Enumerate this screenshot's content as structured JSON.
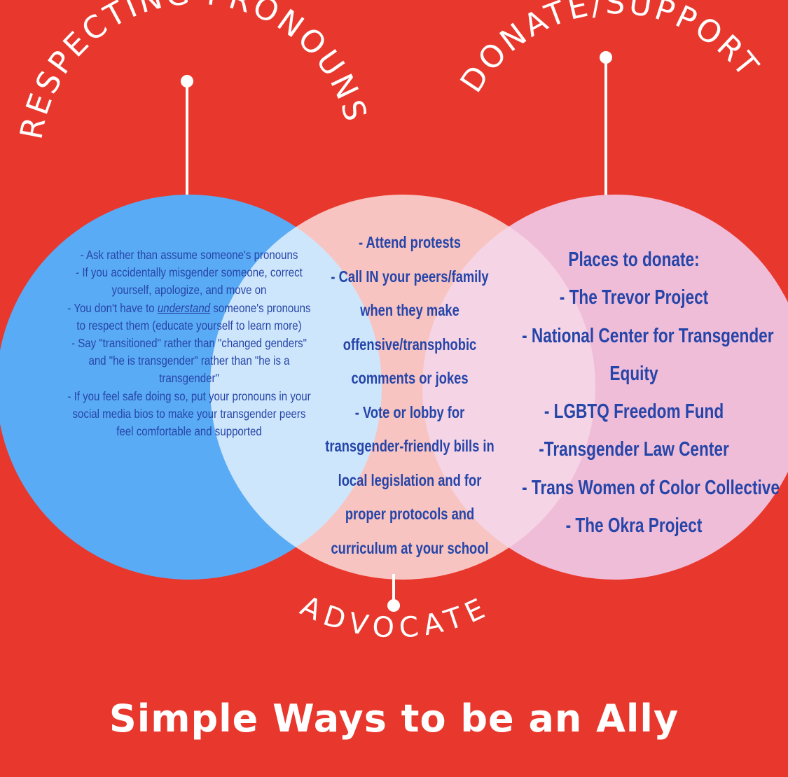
{
  "colors": {
    "background": "#e8382d",
    "left_circle": "#5aabf5",
    "middle_circle": "#ffffff",
    "right_circle": "#f0bdd8",
    "text": "#2645a8",
    "white": "#ffffff"
  },
  "labels": {
    "left_arc": "RESPECTING PRONOUNS",
    "right_arc": "DONATE/SUPPORT",
    "bottom_arc": "ADVOCATE"
  },
  "left_lines": [
    "- Ask rather than assume someone's pronouns",
    "- If you accidentally misgender someone, correct",
    "yourself, apologize, and move on",
    "- You don't have to understand someone's pronouns",
    "to respect them (educate yourself to learn more)",
    "- Say \"transitioned\" rather than \"changed genders\"",
    "and \"he is transgender\" rather than \"he is a",
    "transgender\"",
    "- If you feel safe doing so, put your pronouns in your",
    "social media bios to make your transgender peers",
    "feel comfortable and supported"
  ],
  "middle_lines": [
    "- Attend protests",
    "- Call IN your peers/family",
    "when they make",
    "offensive/transphobic",
    "comments or jokes",
    "- Vote or lobby for",
    "transgender-friendly bills in",
    "local legislation and for",
    "proper protocols and",
    "curriculum at your school"
  ],
  "right_lines": [
    "Places to donate:",
    "- The Trevor Project",
    "- National Center for Transgender",
    "Equity",
    "- LGBTQ Freedom Fund",
    "-Transgender Law Center",
    "- Trans Women of Color Collective",
    "- The Okra Project"
  ],
  "title": "Simple Ways to be an Ally"
}
